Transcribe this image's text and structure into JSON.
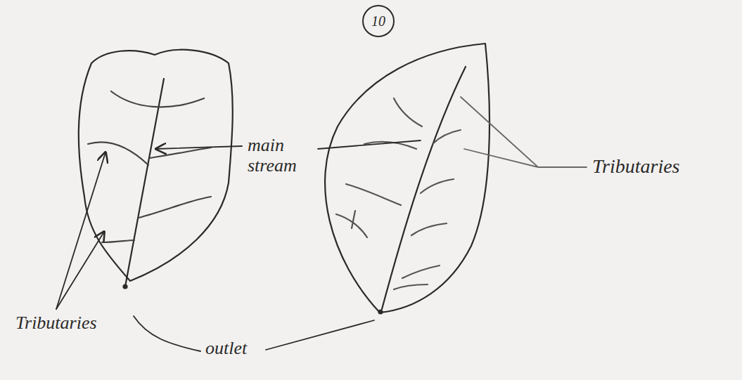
{
  "diagram": {
    "nodes": [
      {
        "text": [
          "10"
        ]
      }
    ],
    "labels": [
      "main stream",
      "Tributaries",
      "Tributaries",
      "outlet"
    ]
  }
}
